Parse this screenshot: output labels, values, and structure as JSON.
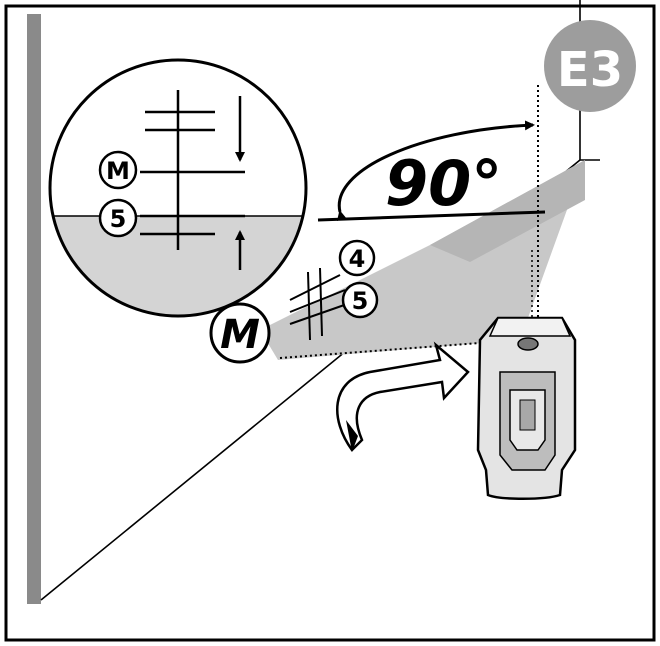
{
  "figure": {
    "step_badge": "E3",
    "angle_label": "90°",
    "zoom_label_m": "M",
    "zoom_label_5": "5",
    "beam_label_m": "M",
    "beam_label_4": "4",
    "beam_label_5": "5"
  },
  "colors": {
    "line": "#000000",
    "floor_shade": "#d4d4d4",
    "beam_fan": "#c8c8c8",
    "badge": "#9d9d9d",
    "wall_strip": "#8a8a8a",
    "device_body": "#e4e4e4",
    "device_shadow": "#a8a8a8"
  },
  "icons": [
    "rotate-arrow-icon",
    "laser-level-device-icon",
    "step-badge-icon",
    "magnifier-circle-icon"
  ]
}
